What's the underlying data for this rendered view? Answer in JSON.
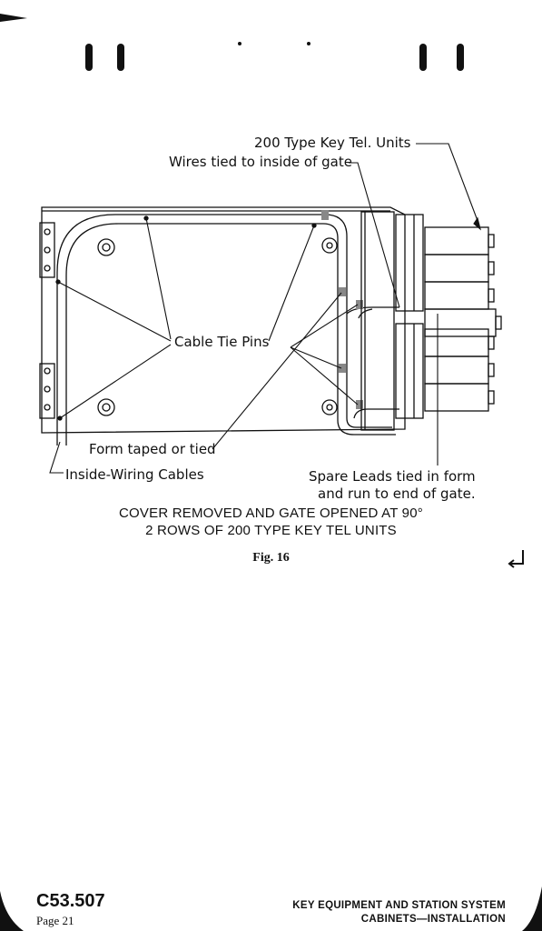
{
  "diagram": {
    "labels": {
      "key_tel_units": "200 Type Key Tel. Units",
      "wires_tied": "Wires tied to inside of gate",
      "cable_tie_pins": "Cable Tie Pins",
      "form_taped": "Form taped or tied",
      "inside_wiring": "Inside-Wiring Cables",
      "spare_leads_1": "Spare Leads tied in form",
      "spare_leads_2": "and run to end of gate."
    }
  },
  "caption": {
    "line1": "COVER REMOVED AND GATE OPENED AT 90°",
    "line2": "2 ROWS OF 200 TYPE KEY TEL UNITS",
    "figure": "Fig. 16"
  },
  "footer": {
    "doc_number": "C53.507",
    "page": "Page 21",
    "title_line1": "KEY EQUIPMENT AND STATION SYSTEM",
    "title_line2": "CABINETS—INSTALLATION"
  },
  "colors": {
    "ink": "#111111",
    "paper": "#ffffff"
  },
  "icons": {
    "return_mark": "return-arrow-icon"
  }
}
